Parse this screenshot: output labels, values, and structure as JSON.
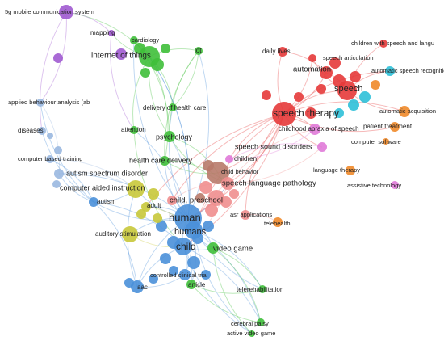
{
  "colors": {
    "red": "#e63a3a",
    "green": "#3fbf3a",
    "blue": "#4a90d9",
    "yellow": "#c8c83a",
    "purple": "#a05ad0",
    "cyan": "#2ec0d8",
    "orange": "#f08a2a",
    "pink": "#f08e8e",
    "brown": "#b87a6a",
    "magenta": "#e07ad8",
    "lightblue": "#9ab8e0"
  },
  "nodes": [
    {
      "id": "5g",
      "label": "5g mobile communication system",
      "color": "purple"
    },
    {
      "id": "mapping",
      "label": "mapping",
      "color": "purple"
    },
    {
      "id": "cardiology",
      "label": "cardiology",
      "color": "green"
    },
    {
      "id": "iot_big",
      "label": "internet of things",
      "color": "green"
    },
    {
      "id": "iot",
      "label": "iot",
      "color": "green"
    },
    {
      "id": "deliv",
      "label": "delivery of health care",
      "color": "green"
    },
    {
      "id": "psych",
      "label": "psychology",
      "color": "green"
    },
    {
      "id": "attention",
      "label": "attention",
      "color": "green"
    },
    {
      "id": "hcd",
      "label": "health care delivery",
      "color": "green"
    },
    {
      "id": "aba",
      "label": "applied behaviour analysis (ab",
      "color": "lightblue"
    },
    {
      "id": "diseases",
      "label": "diseases",
      "color": "lightblue"
    },
    {
      "id": "cbt",
      "label": "computer based training",
      "color": "lightblue"
    },
    {
      "id": "asd",
      "label": "autism spectrum disorder",
      "color": "lightblue"
    },
    {
      "id": "cai",
      "label": "computer aided instruction",
      "color": "yellow"
    },
    {
      "id": "autism",
      "label": "autism",
      "color": "blue"
    },
    {
      "id": "adult",
      "label": "adult",
      "color": "yellow"
    },
    {
      "id": "childpre",
      "label": "child, preschool",
      "color": "pink"
    },
    {
      "id": "human",
      "label": "human",
      "color": "blue"
    },
    {
      "id": "humans",
      "label": "humans",
      "color": "blue"
    },
    {
      "id": "audstim",
      "label": "auditory stimulation",
      "color": "yellow"
    },
    {
      "id": "child",
      "label": "child",
      "color": "blue"
    },
    {
      "id": "videogame",
      "label": "video game",
      "color": "green"
    },
    {
      "id": "cct",
      "label": "controlled clinical trial",
      "color": "blue"
    },
    {
      "id": "aac",
      "label": "aac",
      "color": "blue"
    },
    {
      "id": "article",
      "label": "article",
      "color": "green"
    },
    {
      "id": "telereh",
      "label": "telerehabilitation",
      "color": "green"
    },
    {
      "id": "cp",
      "label": "cerebral palsy",
      "color": "green"
    },
    {
      "id": "avg",
      "label": "active video game",
      "color": "green"
    },
    {
      "id": "dailylives",
      "label": "daily lives",
      "color": "red"
    },
    {
      "id": "automation",
      "label": "automation",
      "color": "red"
    },
    {
      "id": "specart",
      "label": "speech articulation",
      "color": "red"
    },
    {
      "id": "speech",
      "label": "speech",
      "color": "red"
    },
    {
      "id": "asrs",
      "label": "automatic speech recognition s",
      "color": "cyan"
    },
    {
      "id": "cwsl",
      "label": "children with speech and langu",
      "color": "red"
    },
    {
      "id": "st",
      "label": "speech therapy",
      "color": "red"
    },
    {
      "id": "autoacq",
      "label": "automatic acquisition",
      "color": "orange"
    },
    {
      "id": "cas",
      "label": "childhood apraxia of speech",
      "color": "magenta"
    },
    {
      "id": "pt",
      "label": "patient treatment",
      "color": "orange"
    },
    {
      "id": "compsw",
      "label": "computer software",
      "color": "orange"
    },
    {
      "id": "ssd",
      "label": "speech sound disorders",
      "color": "magenta"
    },
    {
      "id": "children",
      "label": "children",
      "color": "magenta"
    },
    {
      "id": "childbeh",
      "label": "child behavior",
      "color": "brown"
    },
    {
      "id": "slp",
      "label": "speech-language pathology",
      "color": "pink"
    },
    {
      "id": "langther",
      "label": "language therapy",
      "color": "orange"
    },
    {
      "id": "asstech",
      "label": "assistive technology",
      "color": "magenta"
    },
    {
      "id": "asrapp",
      "label": "asr applications",
      "color": "pink"
    },
    {
      "id": "telehealth",
      "label": "telehealth",
      "color": "orange"
    }
  ]
}
